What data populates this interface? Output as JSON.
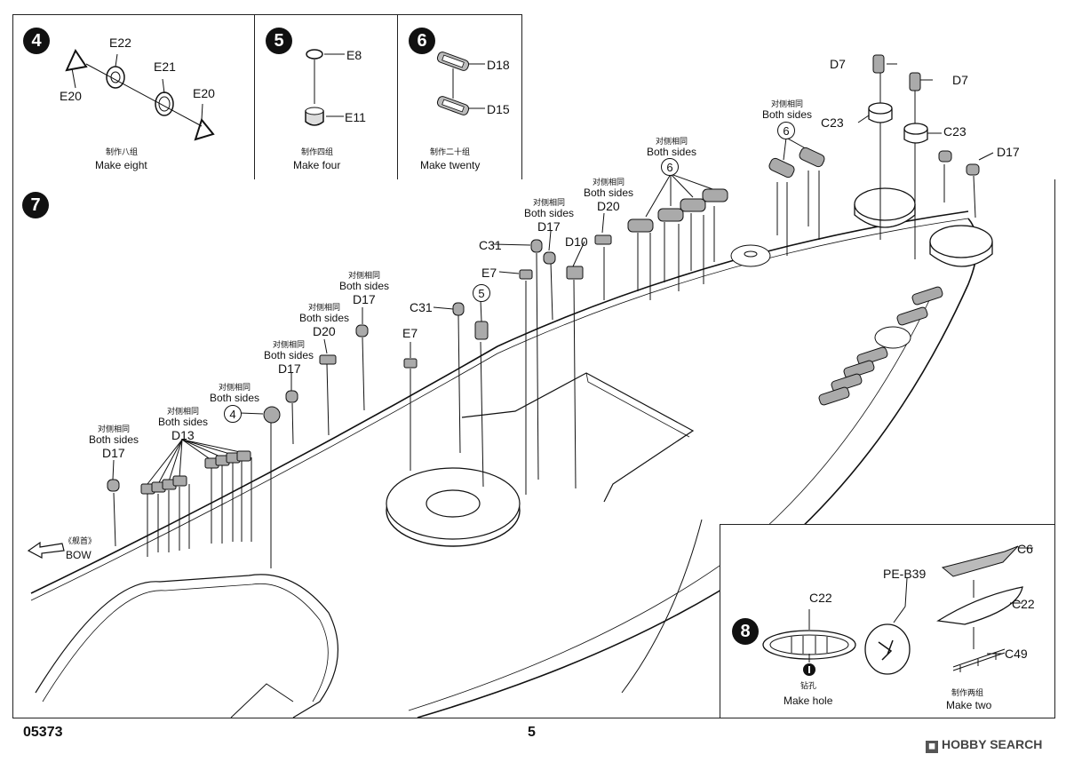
{
  "step4": {
    "number": "4",
    "parts": [
      "E22",
      "E21",
      "E20",
      "E20"
    ],
    "note_cn": "制作八组",
    "note_en": "Make eight"
  },
  "step5": {
    "number": "5",
    "parts": [
      "E8",
      "E11"
    ],
    "note_cn": "制作四组",
    "note_en": "Make four"
  },
  "step6": {
    "number": "6",
    "parts": [
      "D18",
      "D15"
    ],
    "note_cn": "制作二十组",
    "note_en": "Make twenty"
  },
  "step7": {
    "number": "7",
    "both_sides_cn": "对侧相同",
    "both_sides_en": "Both sides",
    "bow_cn": "《舰首》",
    "bow_en": "BOW",
    "labels": {
      "d17_a": "D17",
      "d13": "D13",
      "d17_b": "D17",
      "d20_a": "D20",
      "d17_c": "D17",
      "c31_a": "C31",
      "e7_a": "E7",
      "e7_b": "E7",
      "c31_b": "C31",
      "d17_d": "D17",
      "d10": "D10",
      "d20_b": "D20",
      "d7_a": "D7",
      "d7_b": "D7",
      "c23_a": "C23",
      "c23_b": "C23",
      "d17_e": "D17"
    },
    "refs": {
      "r4": "4",
      "r5": "5",
      "r6a": "6",
      "r6b": "6"
    }
  },
  "step8": {
    "number": "8",
    "parts": {
      "c22_a": "C22",
      "pe": "PE-B39",
      "c6": "C6",
      "c22_b": "C22",
      "c49": "C49"
    },
    "hole_cn": "钻孔",
    "hole_en": "Make hole",
    "note_cn": "制作两组",
    "note_en": "Make two"
  },
  "footer": {
    "code": "05373",
    "page": "5",
    "watermark": "HOBBY SEARCH"
  }
}
